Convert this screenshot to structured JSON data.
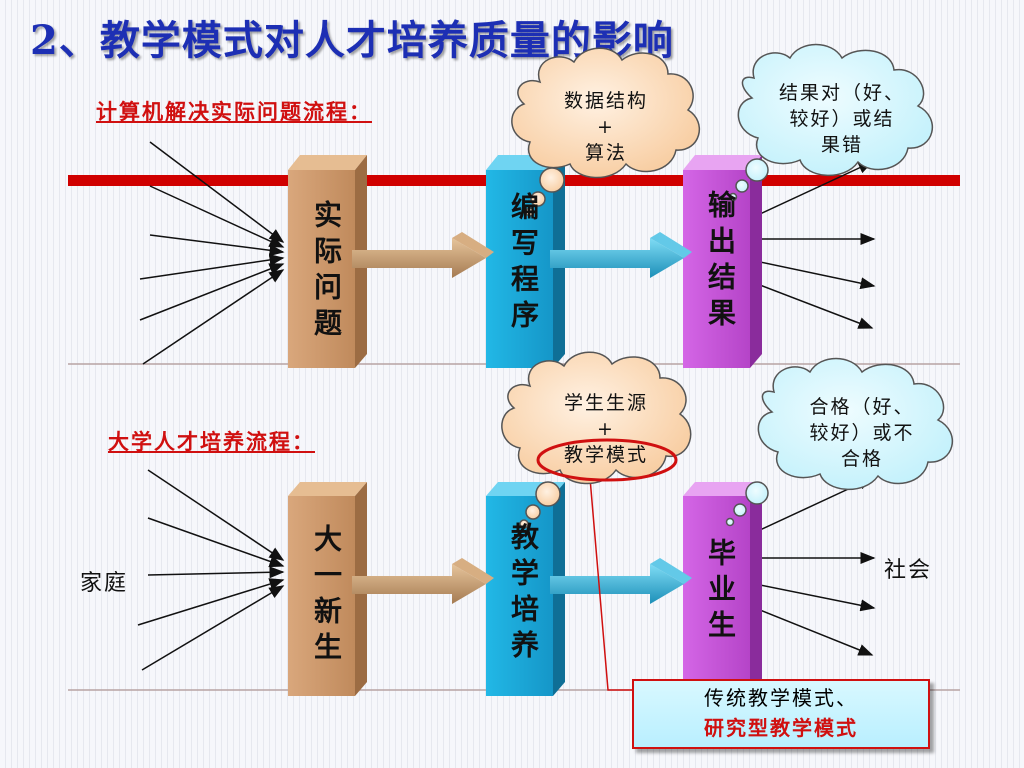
{
  "header": {
    "title": "2、教学模式对人才培养质量的影响"
  },
  "process1": {
    "label": "计算机解决实际问题流程：",
    "box1": "实际问题",
    "box2": "编写程序",
    "box3": "输出结果",
    "cloud_left": {
      "line1": "数据结构",
      "line2": "+",
      "line3": "算法"
    },
    "cloud_right": {
      "line1": "结果对（好、",
      "line2": "较好）或结",
      "line3": "果错"
    }
  },
  "process2": {
    "label": "大学人才培养流程：",
    "box1": "大一新生",
    "box2": "教学培养",
    "box3": "毕业生",
    "left_note": "家庭",
    "right_note": "社会",
    "cloud_left": {
      "line1": "学生生源",
      "line2": "+",
      "line3": "教学模式"
    },
    "cloud_right": {
      "line1": "合格（好、",
      "line2": "较好）或不",
      "line3": "合格"
    },
    "callout": {
      "line1": "传统教学模式、",
      "line2": "研究型教学模式"
    }
  },
  "colors": {
    "title": "#1d2fb4",
    "label_red": "#d01010",
    "tan": "#c8956a",
    "cyan": "#1aa8d8",
    "magenta": "#c050d0",
    "red_bar": "#d00000"
  }
}
